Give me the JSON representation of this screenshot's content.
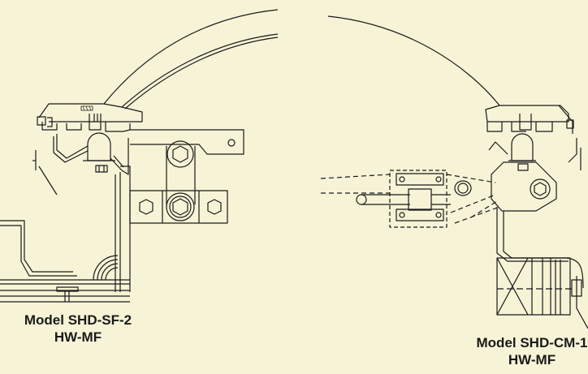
{
  "captions": {
    "left_model": "Model SHD-SF-2",
    "left_hardware": "HW-MF",
    "right_model": "Model SHD-CM-1",
    "right_hardware": "HW-MF"
  },
  "colors": {
    "background": "#f7f3d6",
    "line": "#1a1a1a"
  }
}
